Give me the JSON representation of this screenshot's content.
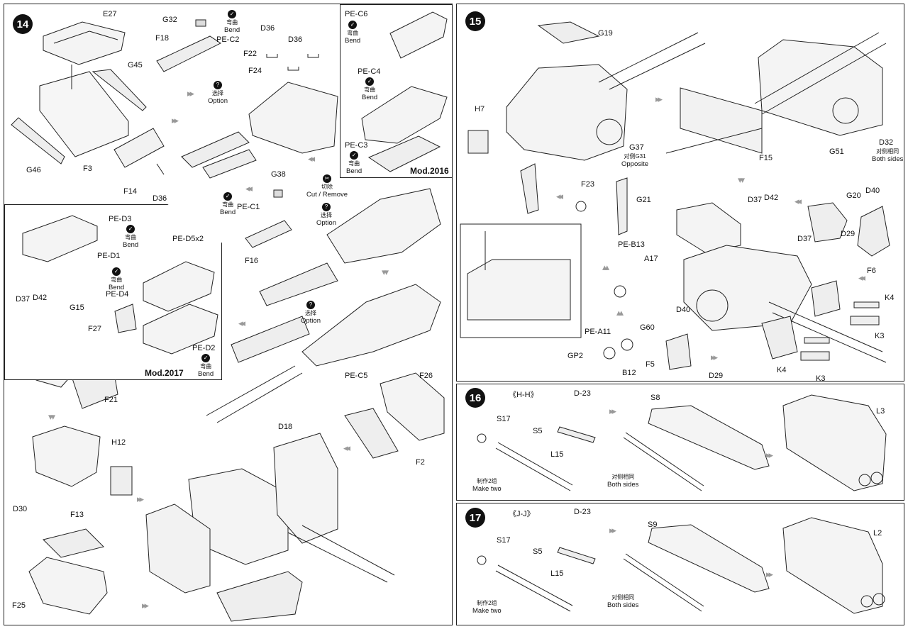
{
  "step14": {
    "number": "14",
    "labels": {
      "E27": "E27",
      "G32": "G32",
      "PE_C2": "PE-C2",
      "F18": "F18",
      "D36a": "D36",
      "D36b": "D36",
      "F22": "F22",
      "F24": "F24",
      "G45": "G45",
      "G46": "G46",
      "F3": "F3",
      "F14": "F14",
      "D36c": "D36",
      "G38": "G38",
      "PE_C1": "PE-C1",
      "F16": "F16",
      "PE_C5": "PE-C5",
      "D18": "D18",
      "F26": "F26",
      "F2": "F2",
      "H12": "H12",
      "D30": "D30",
      "F13": "F13",
      "F25": "F25",
      "D37": "D37",
      "D42": "D42",
      "G15": "G15",
      "F27": "F27",
      "F21": "F21",
      "PE_D3": "PE-D3",
      "PE_D1": "PE-D1",
      "PE_D4": "PE-D4",
      "PE_D5x2": "PE-D5x2",
      "PE_D2": "PE-D2",
      "PE_C6": "PE-C6",
      "PE_C4": "PE-C4",
      "PE_C3": "PE-C3"
    },
    "notes": {
      "bend_cn": "弯曲",
      "bend_en": "Bend",
      "option_cn": "选择",
      "option_en": "Option",
      "cut_cn": "切除",
      "cut_en": "Cut / Remove"
    },
    "mod2016": "Mod.2016",
    "mod2017": "Mod.2017"
  },
  "step15": {
    "number": "15",
    "labels": {
      "G19": "G19",
      "H7": "H7",
      "G37": "G37",
      "F15": "F15",
      "D32": "D32",
      "G51": "G51",
      "G20": "G20",
      "D40a": "D40",
      "D37a": "D37",
      "D42": "D42",
      "D37b": "D37",
      "D29a": "D29",
      "F6": "F6",
      "K4a": "K4",
      "K3a": "K3",
      "F23": "F23",
      "G21": "G21",
      "PE_B13": "PE-B13",
      "A17": "A17",
      "PE_A11": "PE-A11",
      "G60": "G60",
      "GP2": "GP2",
      "B12": "B12",
      "D40b": "D40",
      "F5": "F5",
      "D29b": "D29",
      "K4b": "K4",
      "K3b": "K3"
    },
    "notes": {
      "opposite_cn": "对侧G31",
      "opposite_en": "Opposite",
      "both_cn": "对侧相同",
      "both_en": "Both sides"
    }
  },
  "step16": {
    "number": "16",
    "section": "《H-H》",
    "labels": {
      "S17": "S17",
      "D23": "D-23",
      "S5": "S5",
      "L15": "L15",
      "S8": "S8",
      "L3": "L3"
    },
    "notes": {
      "make_cn": "制作2组",
      "make_en": "Make two",
      "both_cn": "对侧相同",
      "both_en": "Both sides"
    }
  },
  "step17": {
    "number": "17",
    "section": "《J-J》",
    "labels": {
      "S17": "S17",
      "D23": "D-23",
      "S5": "S5",
      "L15": "L15",
      "S9": "S9",
      "L2": "L2"
    },
    "notes": {
      "make_cn": "制作2组",
      "make_en": "Make two",
      "both_cn": "对侧相同",
      "both_en": "Both sides"
    }
  },
  "icons": {
    "bend": "check-circle-icon",
    "option": "question-circle-icon",
    "cut": "cut-circle-icon",
    "arrow": "assembly-arrow-icon"
  }
}
